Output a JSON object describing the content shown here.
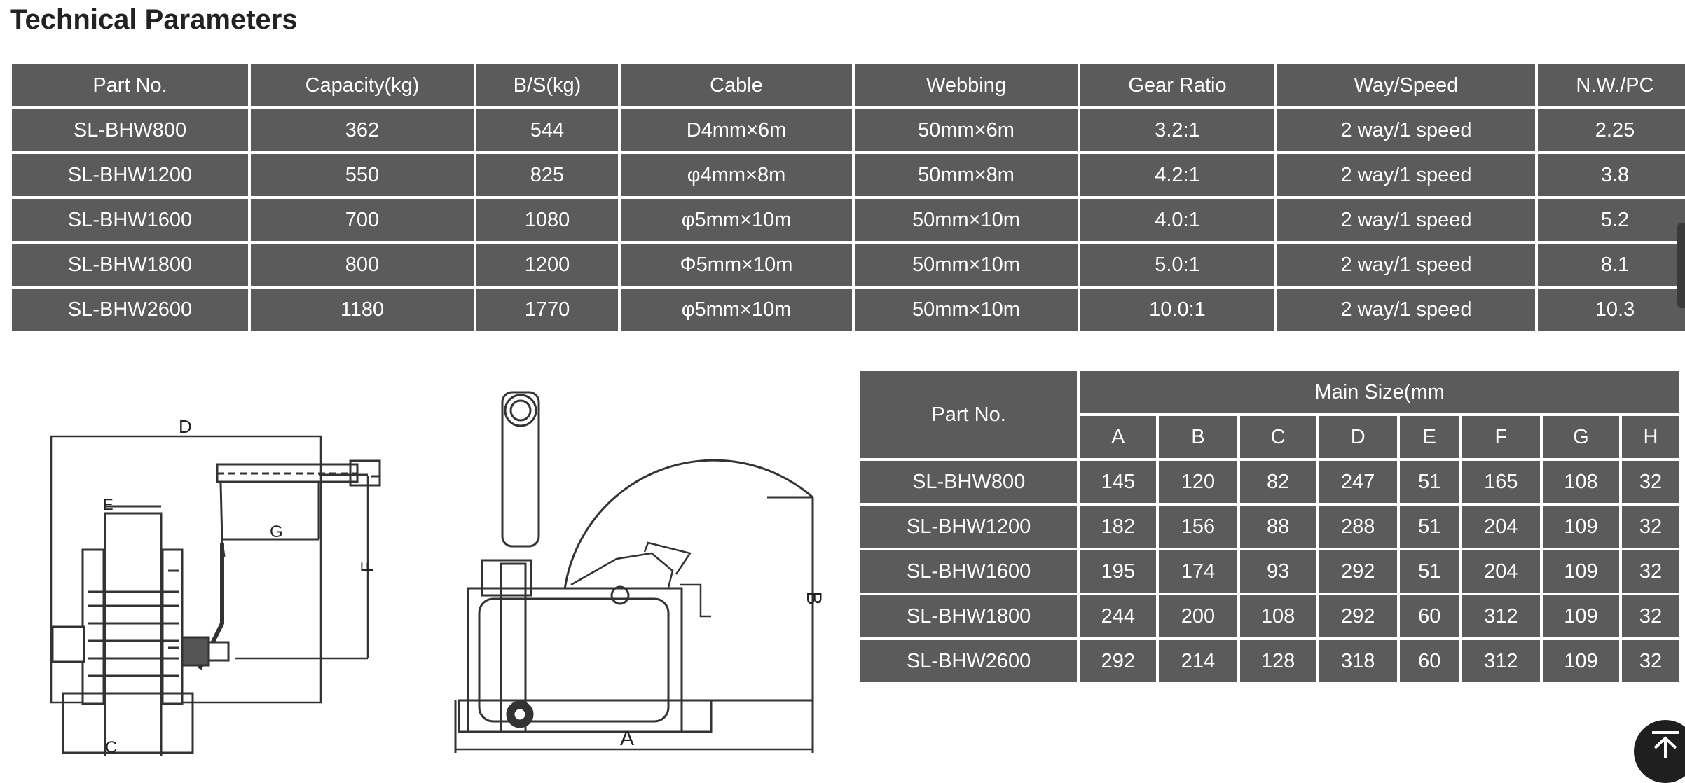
{
  "page": {
    "title": "Technical Parameters"
  },
  "tech_table": {
    "headers": [
      "Part No.",
      "Capacity(kg)",
      "B/S(kg)",
      "Cable",
      "Webbing",
      "Gear Ratio",
      "Way/Speed",
      "N.W./PC"
    ],
    "rows": [
      [
        "SL-BHW800",
        "362",
        "544",
        "D4mm×6m",
        "50mm×6m",
        "3.2:1",
        "2 way/1 speed",
        "2.25"
      ],
      [
        "SL-BHW1200",
        "550",
        "825",
        "φ4mm×8m",
        "50mm×8m",
        "4.2:1",
        "2 way/1 speed",
        "3.8"
      ],
      [
        "SL-BHW1600",
        "700",
        "1080",
        "φ5mm×10m",
        "50mm×10m",
        "4.0:1",
        "2 way/1 speed",
        "5.2"
      ],
      [
        "SL-BHW1800",
        "800",
        "1200",
        "Φ5mm×10m",
        "50mm×10m",
        "5.0:1",
        "2 way/1 speed",
        "8.1"
      ],
      [
        "SL-BHW2600",
        "1180",
        "1770",
        "φ5mm×10m",
        "50mm×10m",
        "10.0:1",
        "2 way/1 speed",
        "10.3"
      ]
    ]
  },
  "size_table": {
    "part_header": "Part No.",
    "group_header": "Main Size(mm",
    "columns": [
      "A",
      "B",
      "C",
      "D",
      "E",
      "F",
      "G",
      "H"
    ],
    "rows": [
      [
        "SL-BHW800",
        "145",
        "120",
        "82",
        "247",
        "51",
        "165",
        "108",
        "32"
      ],
      [
        "SL-BHW1200",
        "182",
        "156",
        "88",
        "288",
        "51",
        "204",
        "109",
        "32"
      ],
      [
        "SL-BHW1600",
        "195",
        "174",
        "93",
        "292",
        "51",
        "204",
        "109",
        "32"
      ],
      [
        "SL-BHW1800",
        "244",
        "200",
        "108",
        "292",
        "60",
        "312",
        "109",
        "32"
      ],
      [
        "SL-BHW2600",
        "292",
        "214",
        "128",
        "318",
        "60",
        "312",
        "109",
        "32"
      ]
    ]
  },
  "drawing_labels": {
    "top_view": {
      "d": "D",
      "e": "E",
      "g": "G",
      "f": "F",
      "c": "C"
    },
    "side_view": {
      "a": "A",
      "b": "B"
    }
  },
  "icons": {
    "back_to_top": "arrow-up-to-line-icon",
    "scroll_tab": "side-tab"
  },
  "colors": {
    "cell_bg": "#5b5b5b",
    "cell_text": "#ffffff",
    "title_text": "#222222"
  }
}
